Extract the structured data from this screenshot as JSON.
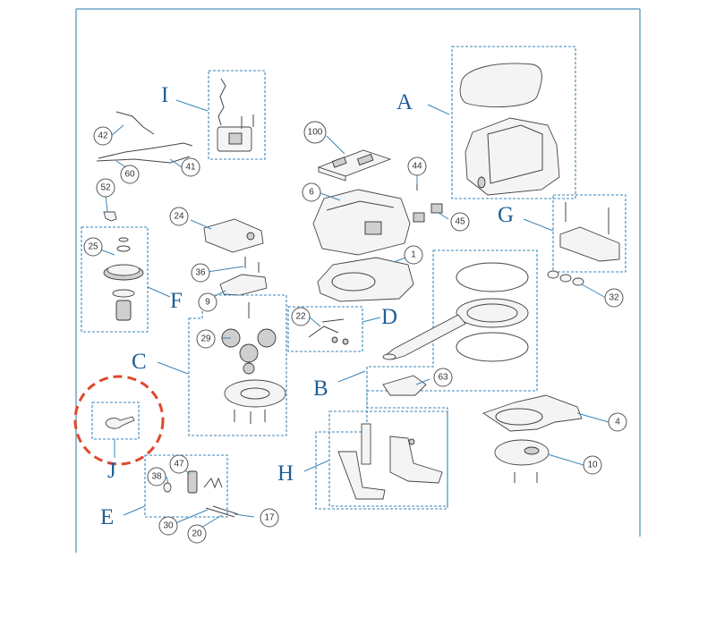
{
  "diagram": {
    "groups": {
      "A": "A",
      "B": "B",
      "C": "C",
      "D": "D",
      "E": "E",
      "F": "F",
      "G": "G",
      "H": "H",
      "I": "I",
      "J": "J"
    },
    "callouts": {
      "c1": "1",
      "c4": "4",
      "c6": "6",
      "c9": "9",
      "c10": "10",
      "c17": "17",
      "c20": "20",
      "c22": "22",
      "c24": "24",
      "c25": "25",
      "c29": "29",
      "c30": "30",
      "c32": "32",
      "c36": "36",
      "c38": "38",
      "c41": "41",
      "c42": "42",
      "c44": "44",
      "c45": "45",
      "c47": "47",
      "c52": "52",
      "c60": "60",
      "c63": "63",
      "c100": "100"
    },
    "highlighted_group": "J"
  },
  "colors": {
    "frame": "#6ea4c8",
    "group_box": "#3a86b8",
    "group_letter": "#1f5f96",
    "highlight": "#e0472b"
  },
  "icons": [
    "exploded-parts-drawing"
  ]
}
